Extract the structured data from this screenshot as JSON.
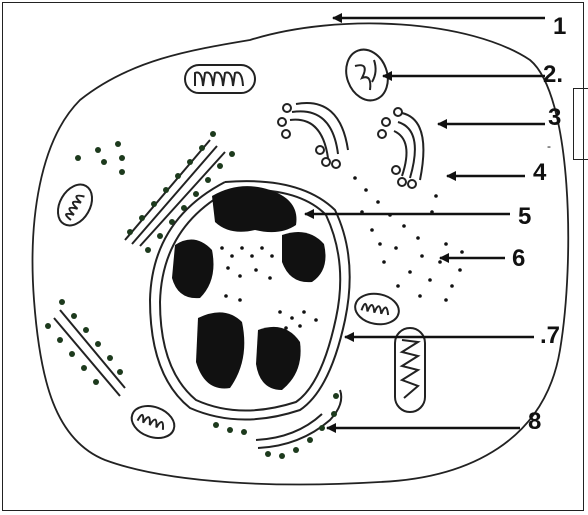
{
  "labels": [
    {
      "text": "1"
    },
    {
      "text": "2."
    },
    {
      "text": "3"
    },
    {
      "text": "4"
    },
    {
      "text": "5"
    },
    {
      "text": "6"
    },
    {
      "text": ".7"
    },
    {
      "text": "8"
    }
  ],
  "mark_dash": "-"
}
